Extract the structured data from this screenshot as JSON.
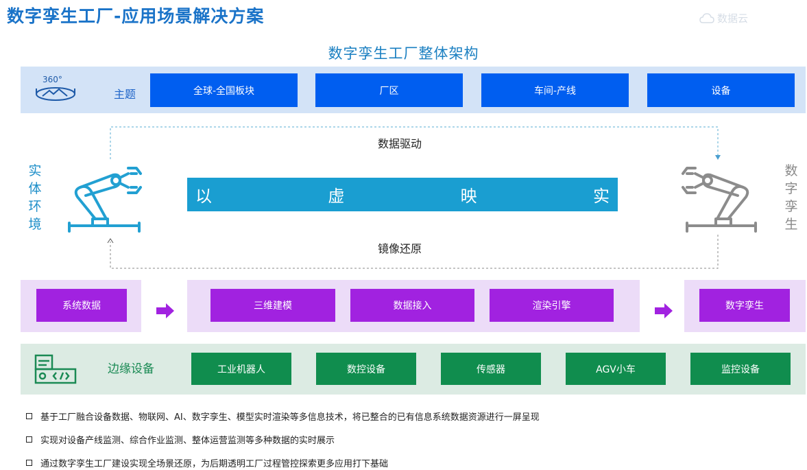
{
  "header": {
    "title": "数字孪生工厂-应用场景解决方案",
    "watermark": "数据云"
  },
  "diagram": {
    "title": "数字孪生工厂整体架构",
    "theme": {
      "label": "主题",
      "icon_text": "360°",
      "items": [
        "全球-全国板块",
        "厂区",
        "车间-产线",
        "设备"
      ]
    },
    "flow": {
      "top_label": "数据驱动",
      "bottom_label": "镜像还原",
      "left_label": [
        "实",
        "体",
        "环",
        "境"
      ],
      "right_label": [
        "数",
        "字",
        "孪",
        "生"
      ],
      "banner": [
        "以",
        "虚",
        "映",
        "实"
      ]
    },
    "process": {
      "source": "系统数据",
      "steps": [
        "三维建模",
        "数据接入",
        "渲染引擎"
      ],
      "result": "数字孪生"
    },
    "edge": {
      "label": "边缘设备",
      "items": [
        "工业机器人",
        "数控设备",
        "传感器",
        "AGV小车",
        "监控设备"
      ]
    }
  },
  "bullets": [
    "基于工厂融合设备数据、物联网、AI、数字孪生、模型实时渲染等多信息技术，将已整合的已有信息系统数据资源进行一屏呈现",
    "实现对设备产线监测、综合作业监测、整体运营监测等多种数据的实时展示",
    "通过数字孪生工厂建设实现全场景还原，为后期透明工厂过程管控探索更多应用打下基础"
  ],
  "colors": {
    "title_blue": "#1a73c8",
    "theme_blue": "#005ef0",
    "banner_cyan": "#1a9ed1",
    "purple": "#a122e0",
    "green": "#108d4e"
  }
}
